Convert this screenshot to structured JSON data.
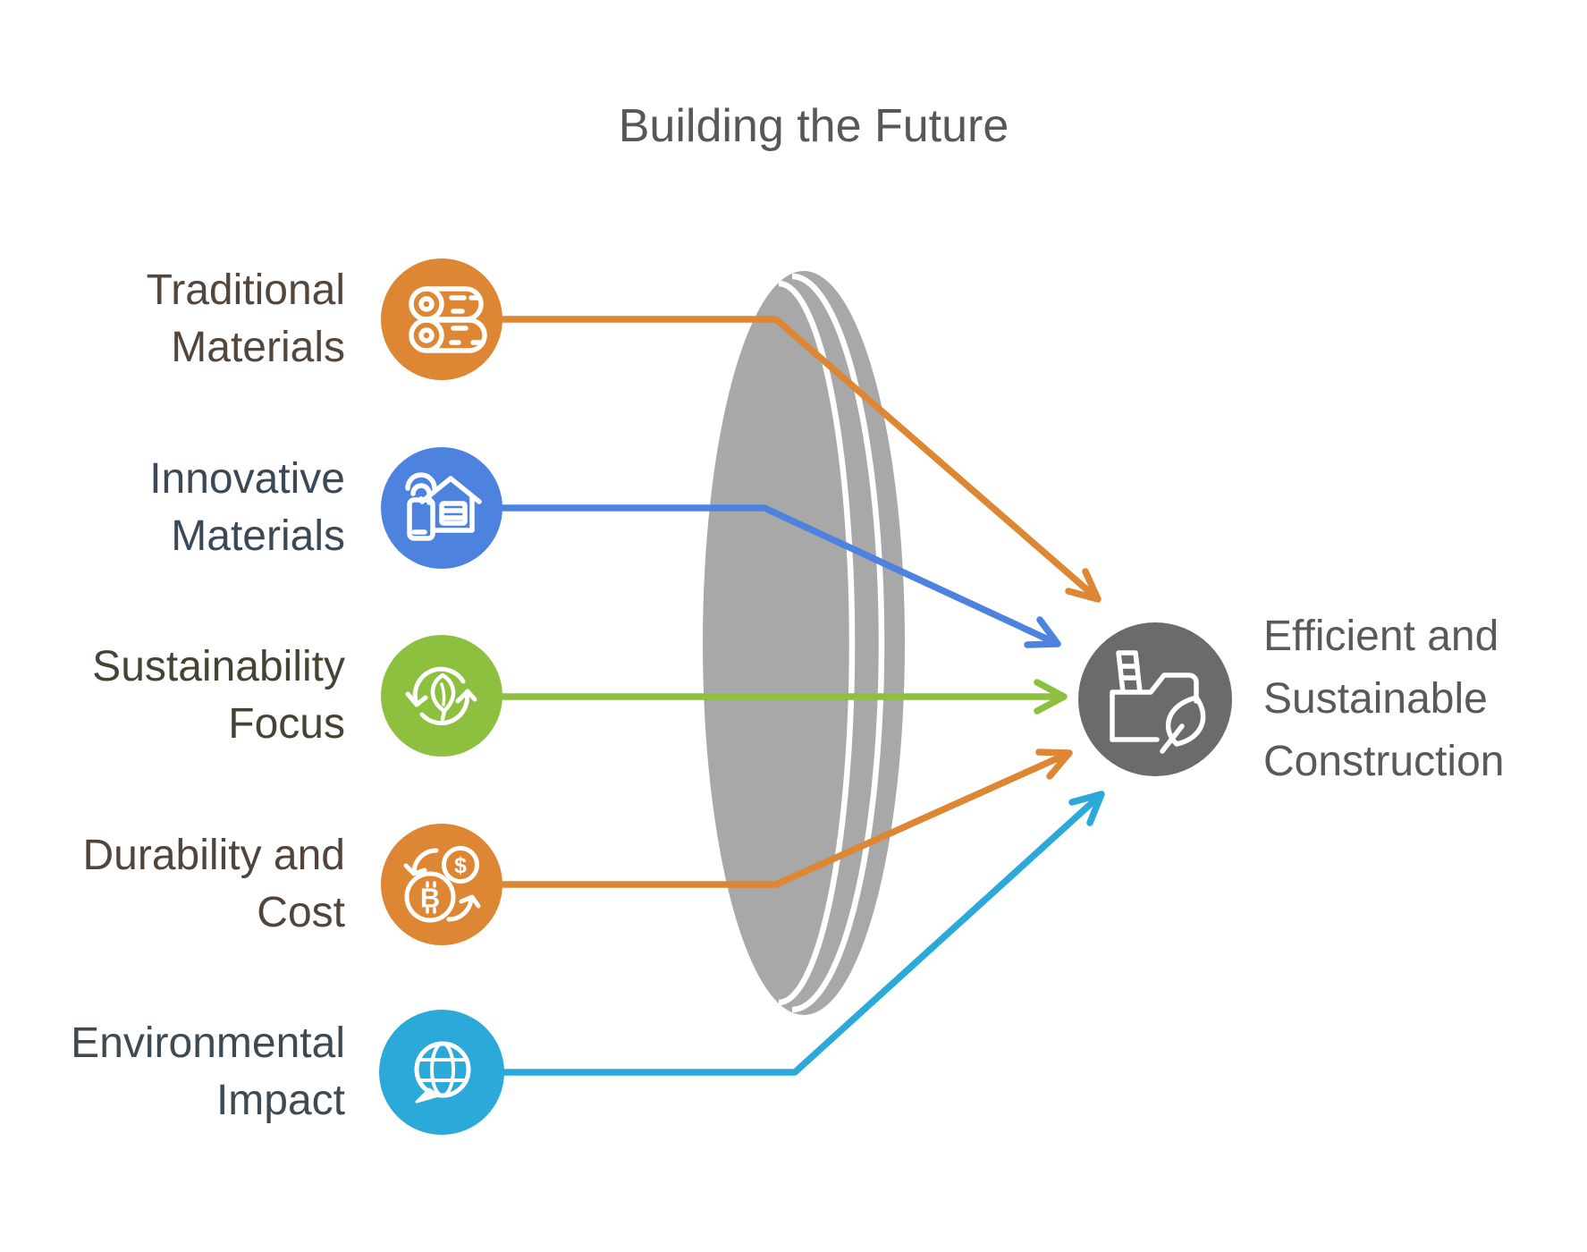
{
  "title": {
    "text": "Building the Future",
    "color": "#55585b"
  },
  "lens": {
    "name": "converging-lens-shape",
    "color": "#a8a8a8",
    "stripe_color": "#ffffff"
  },
  "nodes": [
    {
      "id": "traditional-materials",
      "label_line1": "Traditional",
      "label_line2": "Materials",
      "color": "#dd8634",
      "text_color": "#53463c",
      "icon": "logs-icon"
    },
    {
      "id": "innovative-materials",
      "label_line1": "Innovative",
      "label_line2": "Materials",
      "color": "#4d82df",
      "text_color": "#3b4856",
      "icon": "smart-home-icon"
    },
    {
      "id": "sustainability-focus",
      "label_line1": "Sustainability",
      "label_line2": "Focus",
      "color": "#8dc03f",
      "text_color": "#474334",
      "icon": "leaf-recycle-icon"
    },
    {
      "id": "durability-and-cost",
      "label_line1": "Durability and",
      "label_line2": "Cost",
      "color": "#dd8634",
      "text_color": "#52443b",
      "icon": "currency-exchange-icon",
      "icon_glyphs": {
        "dollar": "$",
        "bitcoin": "B"
      }
    },
    {
      "id": "environmental-impact",
      "label_line1": "Environmental",
      "label_line2": "Impact",
      "color": "#2baad9",
      "text_color": "#3d4a53",
      "icon": "globe-chat-icon"
    }
  ],
  "result": {
    "id": "efficient-sustainable-construction",
    "label_line1": "Efficient and",
    "label_line2": "Sustainable",
    "label_line3": "Construction",
    "color": "#6b6b6b",
    "text_color": "#58595b",
    "icon": "factory-leaf-icon"
  }
}
